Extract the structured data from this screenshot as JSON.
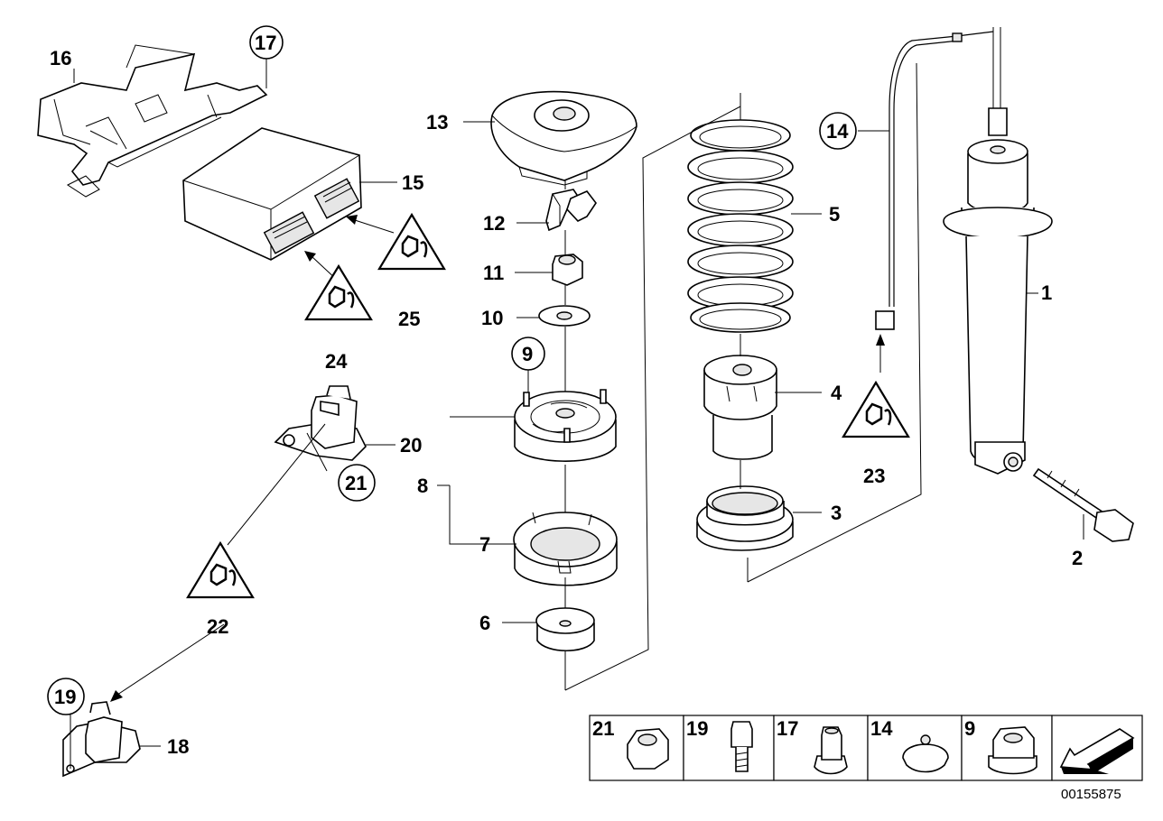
{
  "callouts": {
    "c1": "1",
    "c2": "2",
    "c3": "3",
    "c4": "4",
    "c5": "5",
    "c6": "6",
    "c7": "7",
    "c8": "8",
    "c9": "9",
    "c10": "10",
    "c11": "11",
    "c12": "12",
    "c13": "13",
    "c14": "14",
    "c15": "15",
    "c16": "16",
    "c17": "17",
    "c18": "18",
    "c19": "19",
    "c20": "20",
    "c21": "21",
    "c22": "22",
    "c23": "23",
    "c24": "24",
    "c25": "25"
  },
  "legend": {
    "items": [
      "21",
      "19",
      "17",
      "14",
      "9"
    ]
  },
  "diagram_code": "00155875"
}
